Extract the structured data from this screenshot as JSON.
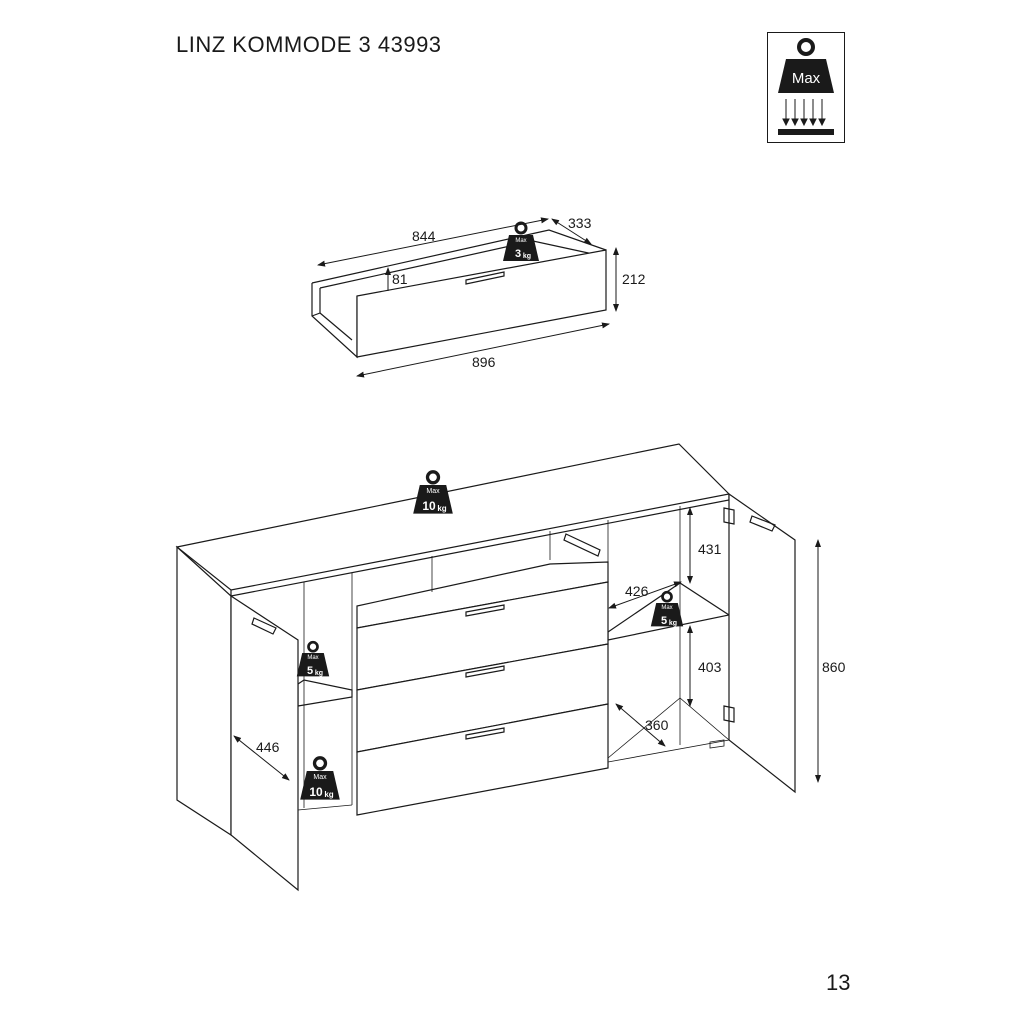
{
  "header": {
    "title": "LINZ  KOMMODE 3   43993"
  },
  "max_load_symbol": {
    "label": "Max",
    "icon": "weight-max-load-icon"
  },
  "drawer_diagram": {
    "dimensions": {
      "width_inner": "844",
      "depth": "333",
      "height": "212",
      "inner_height": "81",
      "front_width": "896"
    },
    "load": {
      "label": "Max",
      "value": "3",
      "unit": "kg"
    }
  },
  "cabinet_diagram": {
    "dimensions": {
      "shelf_upper_height": "431",
      "shelf_width": "426",
      "shelf_lower_height": "403",
      "shelf_depth": "360",
      "door_depth": "446",
      "total_height": "860"
    },
    "loads": {
      "top": {
        "label": "Max",
        "value": "10",
        "unit": "kg"
      },
      "left_shelf": {
        "label": "Max",
        "value": "5",
        "unit": "kg"
      },
      "left_bottom": {
        "label": "Max",
        "value": "10",
        "unit": "kg"
      },
      "right_shelf": {
        "label": "Max",
        "value": "5",
        "unit": "kg"
      }
    }
  },
  "footer": {
    "page_number": "13"
  }
}
